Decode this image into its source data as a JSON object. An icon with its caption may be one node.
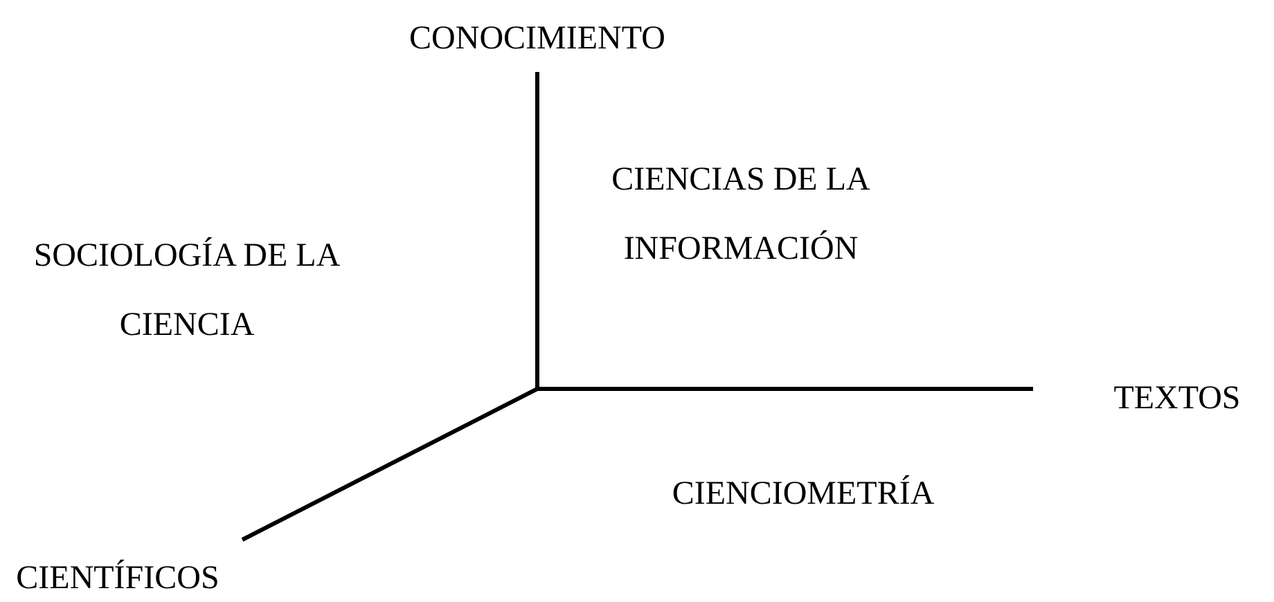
{
  "diagram": {
    "labels": [
      "CONOCIMIENTO",
      "CIENCIAS DE LA INFORMACIÓN",
      "SOCIOLOGÍA DE LA CIENCIA",
      "TEXTOS",
      "CIENCIOMETRÍA",
      "CIENTÍFICOS"
    ]
  }
}
